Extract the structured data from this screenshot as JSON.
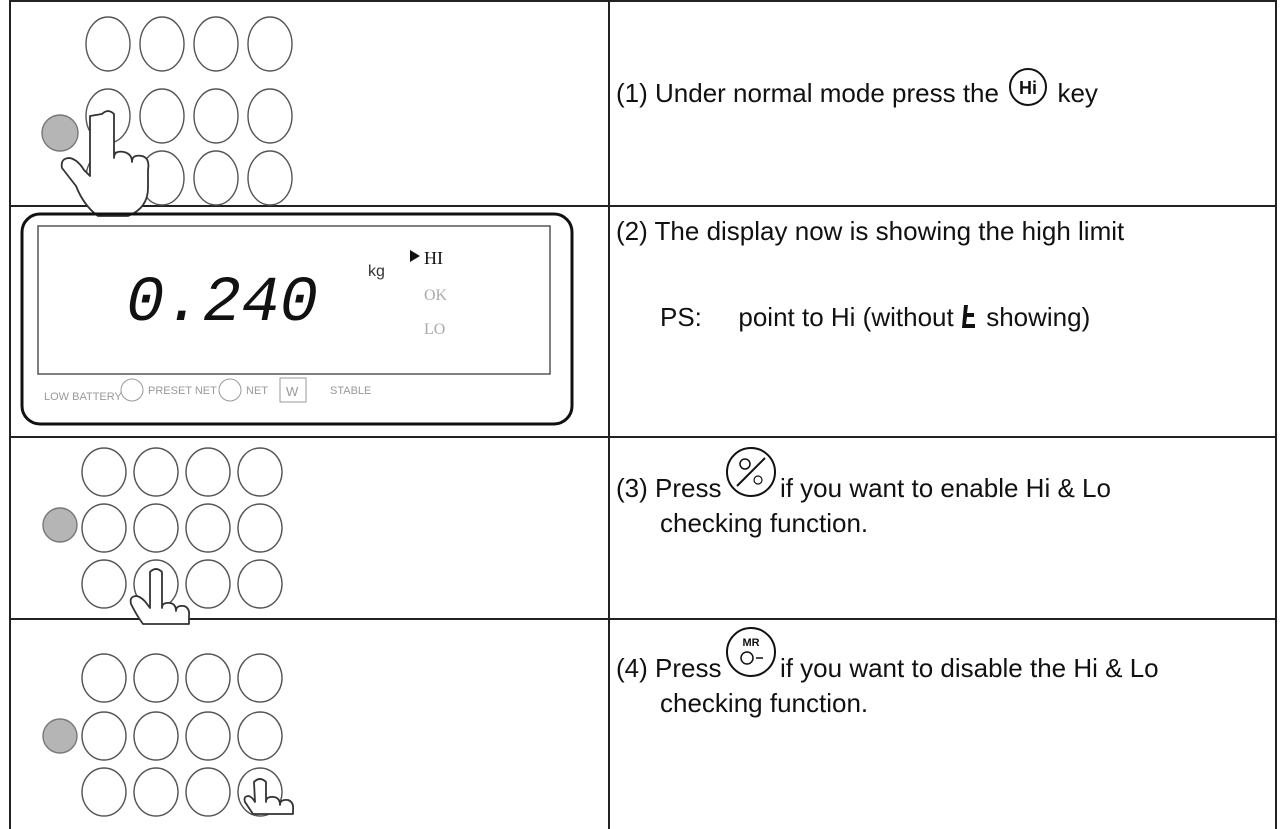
{
  "rows": [
    {
      "num": "(1)",
      "text_before": "Under normal mode press the",
      "text_after": "key",
      "key_icon": "hi-key-icon",
      "key_text": "Hi"
    },
    {
      "num": "(2)",
      "line1": "The display now is showing the high limit",
      "ps_label": "PS:",
      "ps_before": "point to Hi (without",
      "ps_after": "showing)",
      "display": {
        "value": "0.240",
        "unit": "kg",
        "indicators": [
          "HI",
          "OK",
          "LO"
        ],
        "bottom_labels": [
          "LOW BATTERY",
          "PRESET NET",
          "NET",
          "STABLE"
        ]
      }
    },
    {
      "num": "(3)",
      "line1_before": "Press",
      "line1_after": "if you want to enable Hi & Lo",
      "line2": "checking function.",
      "key_icon": "zero-on-key-icon"
    },
    {
      "num": "(4)",
      "line1_before": "Press",
      "line1_after": "if you want to disable the Hi & Lo",
      "line2": "checking function.",
      "key_icon": "mr-key-icon",
      "key_text": "MR"
    }
  ]
}
